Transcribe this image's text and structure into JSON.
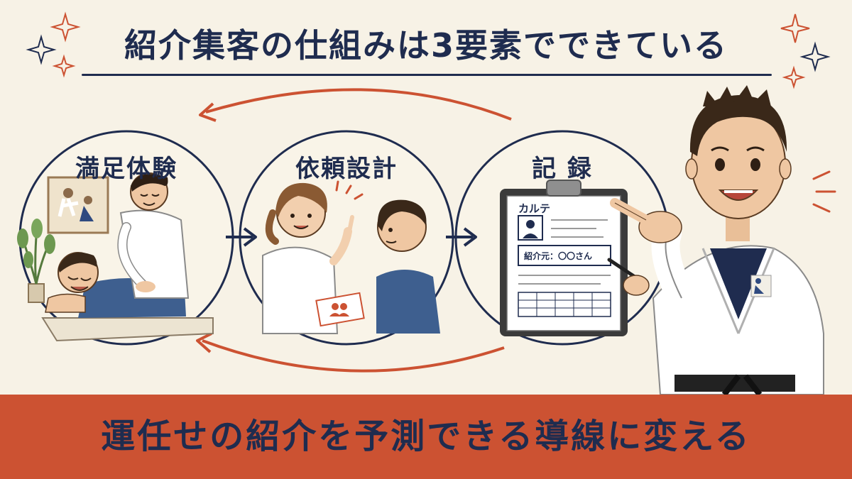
{
  "title": "紹介集客の仕組みは3要素でできている",
  "steps": [
    {
      "label": "満足体験"
    },
    {
      "label": "依頼設計"
    },
    {
      "label": "記 録"
    }
  ],
  "chart": {
    "header": "カルテ",
    "referrer_line": "紹介元：〇〇さん"
  },
  "banner": {
    "text": "運任せの紹介を予測できる導線に変える"
  },
  "colors": {
    "navy": "#1f2c4f",
    "accent": "#cc5232",
    "background": "#f7f2e6"
  }
}
